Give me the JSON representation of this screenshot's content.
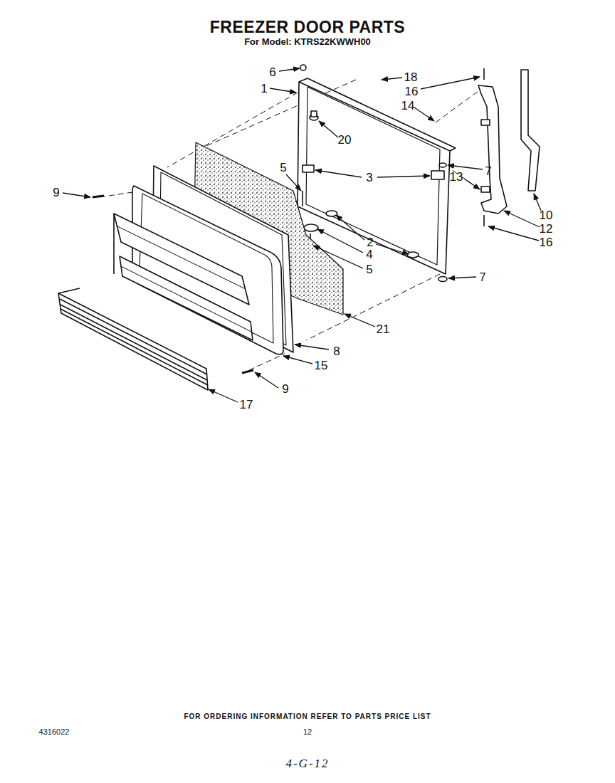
{
  "diagram": {
    "title": "FREEZER DOOR PARTS",
    "labels": [
      "For Model: KTRS22KWWH00",
      "6",
      "1",
      "18",
      "16",
      "14",
      "20",
      "5",
      "3",
      "7",
      "13",
      "9",
      "10",
      "2",
      "12",
      "4",
      "16",
      "5",
      "7",
      "21",
      "8",
      "15",
      "9",
      "17",
      "FOR ORDERING INFORMATION REFER TO PARTS PRICE LIST",
      "4316022",
      "12",
      "4-G-12"
    ]
  }
}
